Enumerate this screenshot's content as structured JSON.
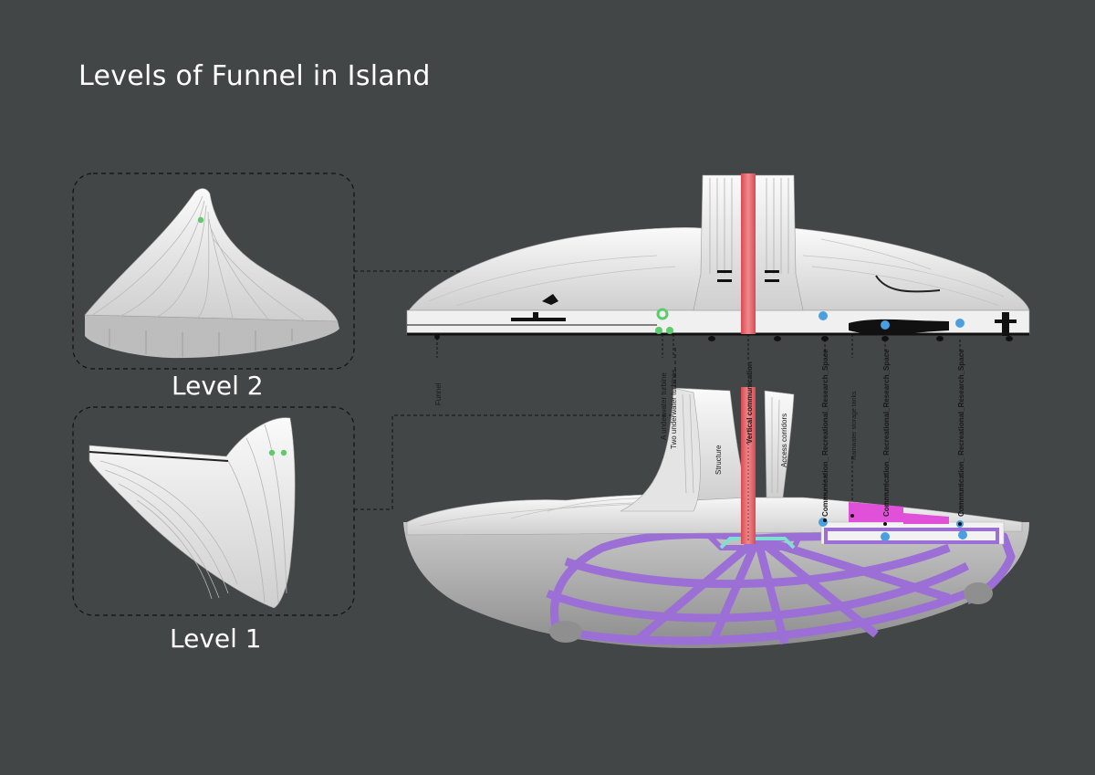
{
  "title": "Levels of Funnel in Island",
  "levels": [
    {
      "label": "Level 2"
    },
    {
      "label": "Level 1"
    }
  ],
  "annotations": [
    {
      "id": "funnel",
      "text": "Funnel",
      "bold": false
    },
    {
      "id": "one-turbine",
      "text": "A underwater turbine",
      "bold": false
    },
    {
      "id": "two-turbines",
      "text": "Two underwater turbines",
      "bold": false
    },
    {
      "id": "structure",
      "text": "Structure",
      "bold": false
    },
    {
      "id": "vertical-communication",
      "text": "Vertical communication",
      "bold": true
    },
    {
      "id": "access-corridors",
      "text": "Access corridors",
      "bold": false
    },
    {
      "id": "communication-1",
      "text": "Communication_ Recreational_Research_Space",
      "bold": true
    },
    {
      "id": "rainwater",
      "text": "Rainwater storage tanks",
      "bold": false
    },
    {
      "id": "communication-2",
      "text": "Communication_ Recreational_Research_Space",
      "bold": true
    },
    {
      "id": "communication-3",
      "text": "Communication_ Recreational_Research_Space",
      "bold": true
    }
  ],
  "colors": {
    "background": "#434646",
    "model": "#eeeeee",
    "vertical_core": "#e8686c",
    "structure": "#9b6fd6",
    "turbine": "#5ecb6a",
    "communication_node": "#4a9fe0",
    "rainwater_tank": "#e050d8",
    "corridor": "#7fe0d0"
  }
}
